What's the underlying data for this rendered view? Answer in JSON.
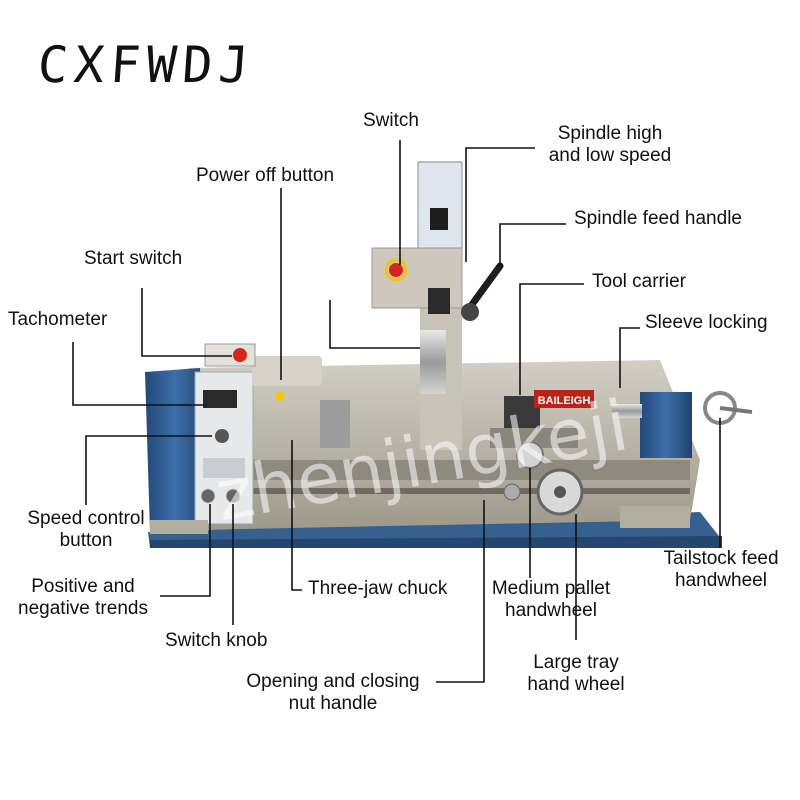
{
  "brand": "CXFWDJ",
  "watermark": "zhenjingkeji",
  "machine_logo": "BAILEIGH",
  "labels": {
    "switch": "Switch",
    "spindle_speed": [
      "Spindle high",
      "and low speed"
    ],
    "power_off": "Power off button",
    "spindle_feed": "Spindle feed handle",
    "start_switch": "Start switch",
    "tool_carrier": "Tool carrier",
    "tachometer": "Tachometer",
    "sleeve_locking": "Sleeve locking",
    "speed_control": [
      "Speed control",
      "button"
    ],
    "tailstock": [
      "Tailstock feed",
      "handwheel"
    ],
    "positive_negative": [
      "Positive and",
      "negative trends"
    ],
    "three_jaw": "Three-jaw chuck",
    "medium_pallet": [
      "Medium pallet",
      "handwheel"
    ],
    "switch_knob": "Switch knob",
    "large_tray": [
      "Large tray",
      "hand wheel"
    ],
    "opening_closing": [
      "Opening and closing",
      "nut handle"
    ]
  },
  "colors": {
    "machine_body": "#b9b4a6",
    "machine_blue": "#2f5f99",
    "panel_light": "#e6e8ea",
    "estop_red": "#d8261c",
    "indicator_yellow": "#f0c419",
    "line": "#111111"
  }
}
